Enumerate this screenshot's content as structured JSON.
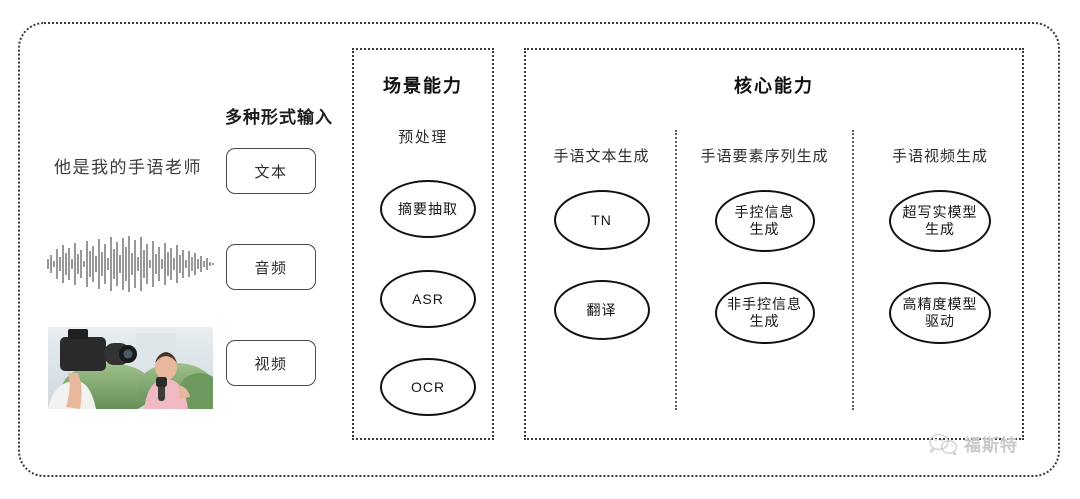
{
  "input_section": {
    "title": "多种形式输入",
    "sample_text": "他是我的手语老师",
    "waveform_label": "audio-waveform",
    "photo_label": "camera-operator-filming-reporter",
    "chips": [
      {
        "label": "文本",
        "name": "text"
      },
      {
        "label": "音频",
        "name": "audio"
      },
      {
        "label": "视频",
        "name": "video"
      }
    ]
  },
  "scene_panel": {
    "title": "场景能力",
    "subtitle": "预处理",
    "nodes": [
      "摘要抽取",
      "ASR",
      "OCR"
    ]
  },
  "core_panel": {
    "title": "核心能力",
    "columns": [
      {
        "header": "手语文本生成",
        "nodes": [
          "TN",
          "翻译"
        ]
      },
      {
        "header": "手语要素序列生成",
        "nodes": [
          "手控信息\n生成",
          "非手控信息\n生成"
        ]
      },
      {
        "header": "手语视频生成",
        "nodes": [
          "超写实模型\n生成",
          "高精度模型\n驱动"
        ]
      }
    ]
  },
  "watermark": {
    "text": "福斯特",
    "icon": "wechat-icon"
  },
  "colors": {
    "background": "#ffffff",
    "border": "#3a3a3a",
    "text": "#1d1d1d",
    "watermark": "#c9c9c9"
  }
}
